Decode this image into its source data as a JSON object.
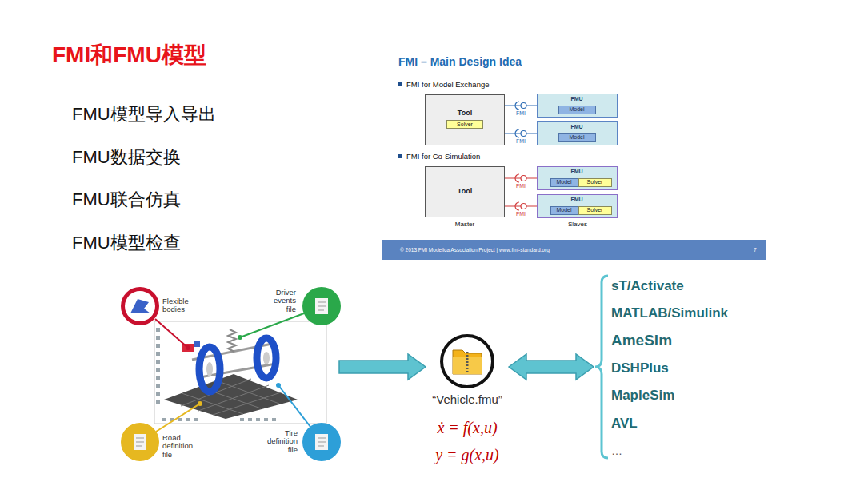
{
  "diagram": {
    "title": "FMI和FMU模型",
    "nodes": [
      {
        "text": [
          "Tool"
        ]
      },
      {
        "text": [
          "Solver"
        ],
        "in": 0
      },
      {
        "text": [
          "FMU"
        ]
      },
      {
        "text": [
          "Model"
        ],
        "in": 2
      },
      {
        "text": [
          "FMU"
        ]
      },
      {
        "text": [
          "Model"
        ],
        "in": 4
      },
      {
        "text": [
          "Tool"
        ]
      },
      {
        "text": [
          "FMU"
        ]
      },
      {
        "text": [
          "Model"
        ],
        "in": 7
      },
      {
        "text": [
          "Solver"
        ],
        "in": 7
      },
      {
        "text": [
          "FMU"
        ]
      },
      {
        "text": [
          "Model"
        ],
        "in": 10
      },
      {
        "text": [
          "Solver"
        ],
        "in": 10
      },
      {
        "text": [
          "Flexible bodies",
          "Driver events file",
          "Road definition file",
          "Tire definition file"
        ]
      },
      {
        "text": [
          "“Vehicle.fmu”",
          "ẋ = f(x,u)",
          "y = g(x,u)"
        ]
      },
      {
        "text": [
          "sT/Activate",
          "MATLAB/Simulink",
          "AmeSim",
          "DSHPlus",
          "MapleSim",
          "AVL",
          "…"
        ]
      }
    ],
    "edges": [
      {
        "from": 0,
        "to": 2,
        "label": "FMI",
        "arrow": "none"
      },
      {
        "from": 0,
        "to": 4,
        "label": "FMI",
        "arrow": "none"
      },
      {
        "from": 6,
        "to": 7,
        "label": "FMI",
        "arrow": "none"
      },
      {
        "from": 6,
        "to": 10,
        "label": "FMI",
        "arrow": "none"
      },
      {
        "from": 13,
        "to": 14,
        "arrow": "to"
      },
      {
        "from": 14,
        "to": 15,
        "arrow": "both"
      }
    ],
    "labels": [
      "FMU模型导入导出",
      "FMU数据交换",
      "FMU联合仿真",
      "FMU模型检查",
      "FMI – Main Design Idea",
      "FMI for Model Exchange",
      "FMI for Co-Simulation",
      "Master",
      "Slaves",
      "© 2013 FMI Modelica Association Project | www.fmi-standard.org",
      "7"
    ]
  }
}
